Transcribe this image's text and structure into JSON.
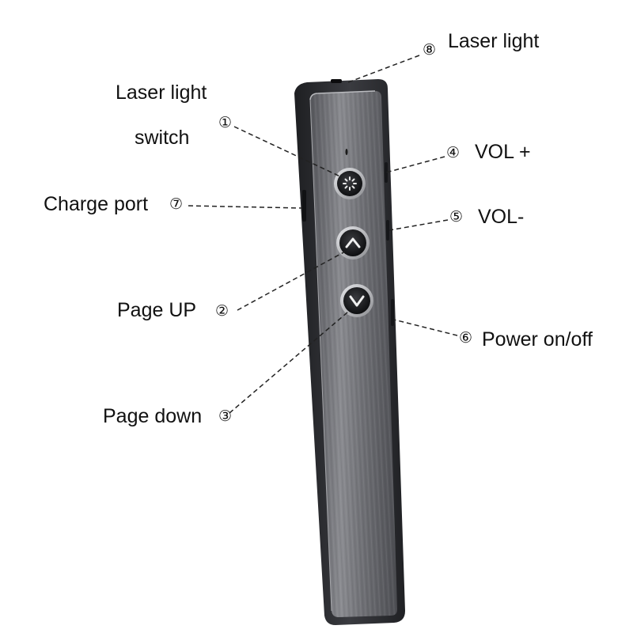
{
  "callouts": {
    "laser_light_switch": {
      "num": "①",
      "line1": "Laser light",
      "line2": "switch"
    },
    "page_up": {
      "num": "②",
      "text": "Page UP"
    },
    "page_down": {
      "num": "③",
      "text": "Page down"
    },
    "vol_plus": {
      "num": "④",
      "text": "VOL +"
    },
    "vol_minus": {
      "num": "⑤",
      "text": "VOL-"
    },
    "power": {
      "num": "⑥",
      "text": "Power on/off"
    },
    "charge_port": {
      "num": "⑦",
      "text": "Charge port"
    },
    "laser_light": {
      "num": "⑧",
      "text": "Laser light"
    }
  },
  "colors": {
    "body_dark": "#2b2c30",
    "face_metal": "#6e6f74",
    "face_highlight": "#9a9ba0",
    "button_ring": "#c9cacd",
    "button_fill": "#1a1b1e",
    "leader_line": "#222222"
  },
  "icons": [
    "laser-icon",
    "chevron-up-icon",
    "chevron-down-icon"
  ]
}
